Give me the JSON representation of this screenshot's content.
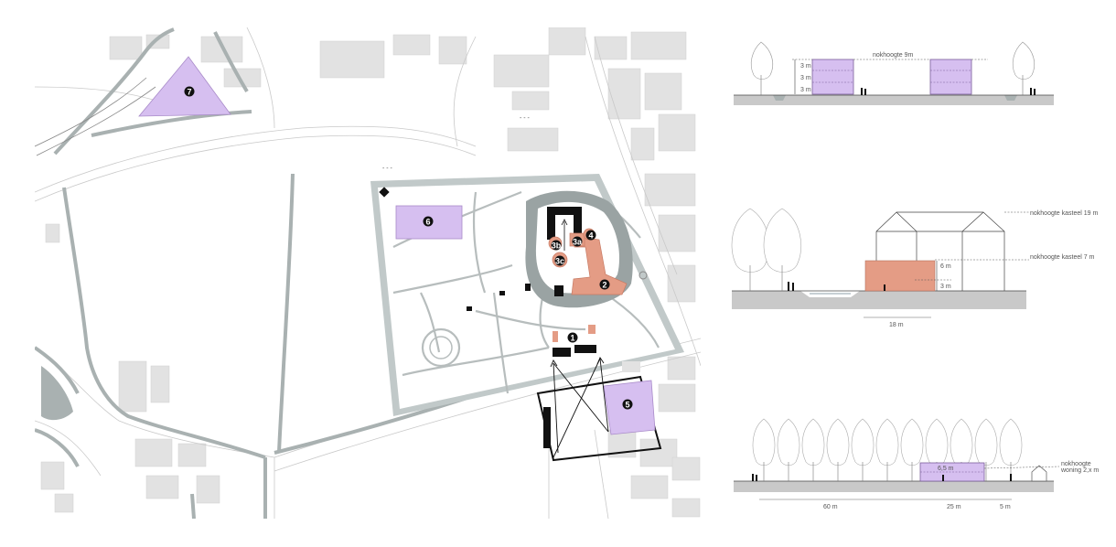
{
  "map": {
    "markers": [
      {
        "id": "m1",
        "text": "1",
        "style": "dark"
      },
      {
        "id": "m2",
        "text": "2",
        "style": "dark"
      },
      {
        "id": "m3a",
        "text": "3a",
        "style": "dark"
      },
      {
        "id": "m3b",
        "text": "3b",
        "style": "dark"
      },
      {
        "id": "m3c",
        "text": "3c",
        "style": "dark"
      },
      {
        "id": "m4",
        "text": "4",
        "style": "dark"
      },
      {
        "id": "m5",
        "text": "5",
        "style": "dark"
      },
      {
        "id": "m6",
        "text": "6",
        "style": "dark"
      },
      {
        "id": "m7",
        "text": "7",
        "style": "dark"
      }
    ],
    "colors": {
      "building_grey": "#dcdcdc",
      "water": "#b9c2c2",
      "moat_island": "#9aa3a3",
      "purple_zone": "#d6bff0",
      "purple_stroke": "#a98bc9",
      "salmon": "#e49c85",
      "salmon_stroke": "#c77a63",
      "black": "#111111"
    }
  },
  "sections": {
    "top": {
      "height_label": "nokhoogte 9m",
      "floors": [
        "3 m",
        "3 m",
        "3 m"
      ]
    },
    "middle": {
      "castle_label": "nokhoogte kasteel 19 m",
      "annex_label": "nokhoogte kasteel 7 m",
      "dims": [
        "6 m",
        "3 m"
      ],
      "width": "18 m"
    },
    "bottom": {
      "dims": [
        "60 m",
        "25 m",
        "5 m"
      ],
      "height": "6,5 m",
      "side_label_line1": "nokhoogte",
      "side_label_line2": "woning 2,x m"
    }
  }
}
